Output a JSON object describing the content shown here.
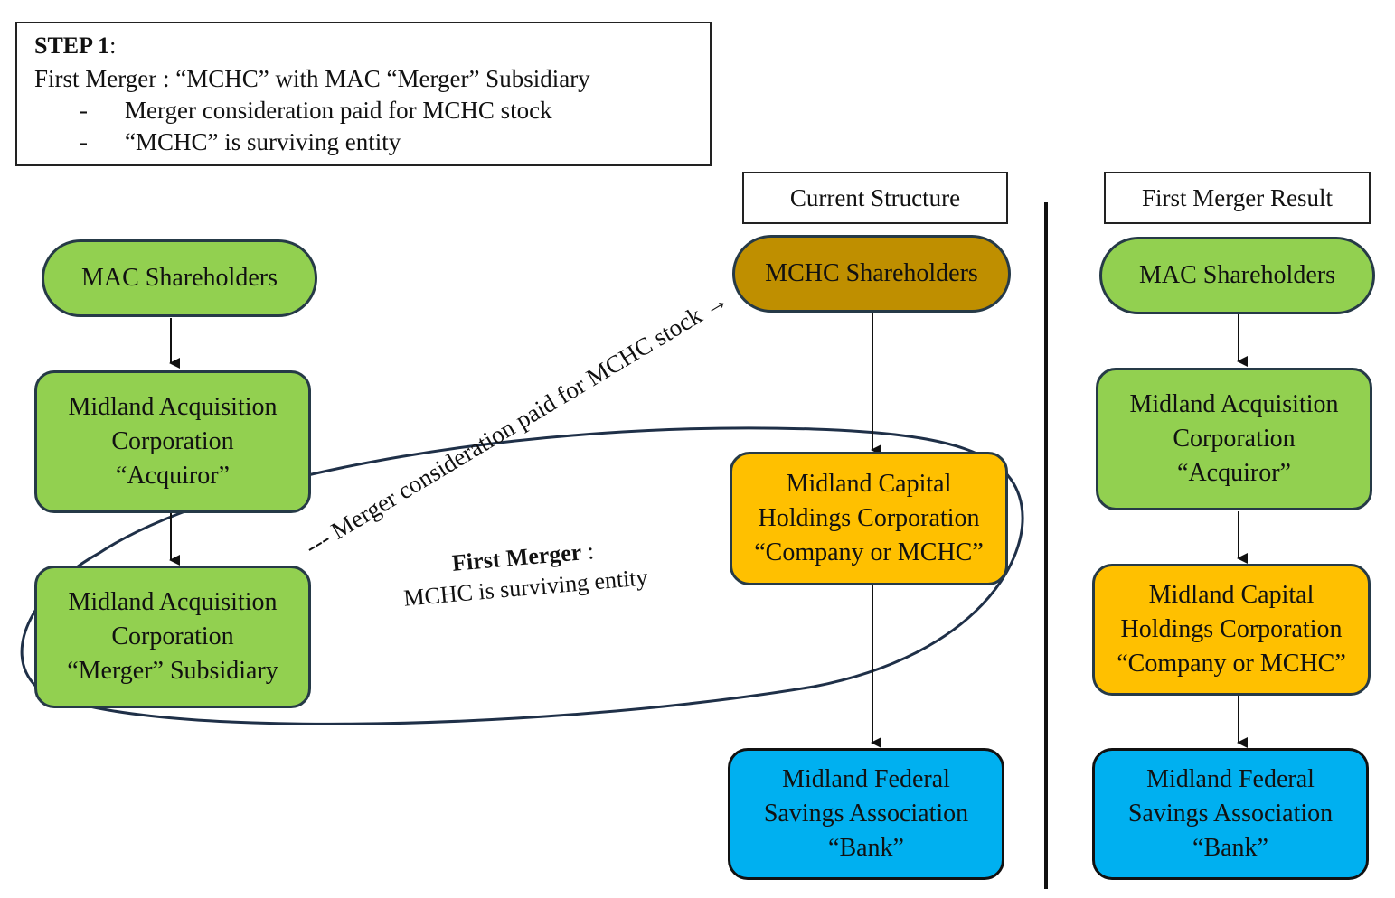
{
  "step": {
    "title": "STEP 1",
    "title_suffix": ":",
    "line": "First Merger : “MCHC” with MAC “Merger” Subsidiary",
    "bullets": [
      {
        "dash": "-",
        "text": "Merger consideration paid for MCHC stock"
      },
      {
        "dash": "-",
        "text": "“MCHC” is surviving entity"
      }
    ]
  },
  "headers": {
    "current": "Current Structure",
    "result": "First Merger Result"
  },
  "left_column": {
    "shareholders": "MAC Shareholders",
    "acquiror": [
      "Midland Acquisition",
      "Corporation",
      "“Acquiror”"
    ],
    "merger_sub": [
      "Midland Acquisition",
      "Corporation",
      "“Merger” Subsidiary"
    ]
  },
  "current_column": {
    "shareholders": "MCHC Shareholders",
    "company": [
      "Midland Capital",
      "Holdings Corporation",
      "“Company or MCHC”"
    ],
    "bank": [
      "Midland Federal",
      "Savings Association",
      "“Bank”"
    ]
  },
  "result_column": {
    "shareholders": "MAC Shareholders",
    "acquiror": [
      "Midland Acquisition",
      "Corporation",
      "“Acquiror”"
    ],
    "company": [
      "Midland Capital",
      "Holdings Corporation",
      "“Company or MCHC”"
    ],
    "bank": [
      "Midland Federal",
      "Savings Association",
      "“Bank”"
    ]
  },
  "annotations": {
    "consideration": "--- Merger consideration paid for MCHC stock →",
    "first_merger_bold": "First Merger",
    "first_merger_suffix": " :",
    "surviving": "MCHC is surviving entity"
  },
  "colors": {
    "green": "#92d050",
    "gold": "#bf8f00",
    "amber": "#ffc000",
    "blue": "#00b0f0",
    "ellipse": "#1f3048"
  }
}
